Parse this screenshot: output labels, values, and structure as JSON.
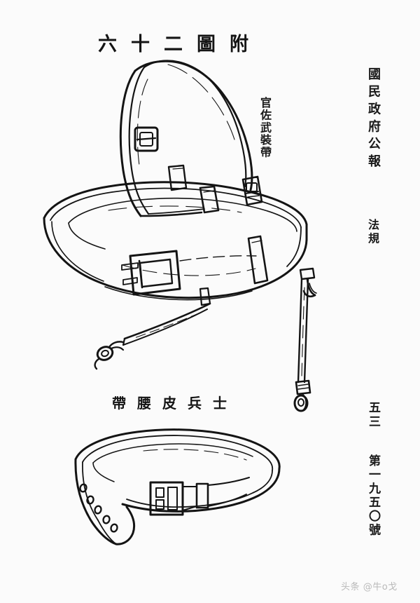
{
  "document": {
    "background_color": "#fbfbfb",
    "ink_color": "#141414",
    "figure_title": "六十二圖附",
    "figure_title_reading": "附圖二十六",
    "gazette_name": "國民政府公報",
    "section": "法規",
    "page_number": "五三",
    "issue_number": "第一九五〇號",
    "watermark": "头条 @牛o戈"
  },
  "labels": {
    "shoulder_strap": "官佐武裝帶",
    "waist_belt_caption": "帶腰皮兵士",
    "waist_belt_caption_reading": "士兵皮腰帶"
  },
  "figures": [
    {
      "name": "officer-sam-browne-belt",
      "label": "官佐武裝帶",
      "parts": [
        "shoulder-strap",
        "shoulder-strap-square-buckle",
        "waist-belt-loop",
        "main-frame-buckle",
        "keeper-loops",
        "left-hanging-strap",
        "left-snap-hook",
        "right-hanging-strap",
        "right-snap-hook-upper",
        "right-snap-hook-lower"
      ]
    },
    {
      "name": "soldier-leather-waist-belt",
      "label": "士兵皮腰帶",
      "parts": [
        "belt-band",
        "rectangular-frame-buckle",
        "belt-keeper",
        "punch-holes",
        "tapered-belt-tip"
      ],
      "punch_hole_count": 5
    }
  ]
}
